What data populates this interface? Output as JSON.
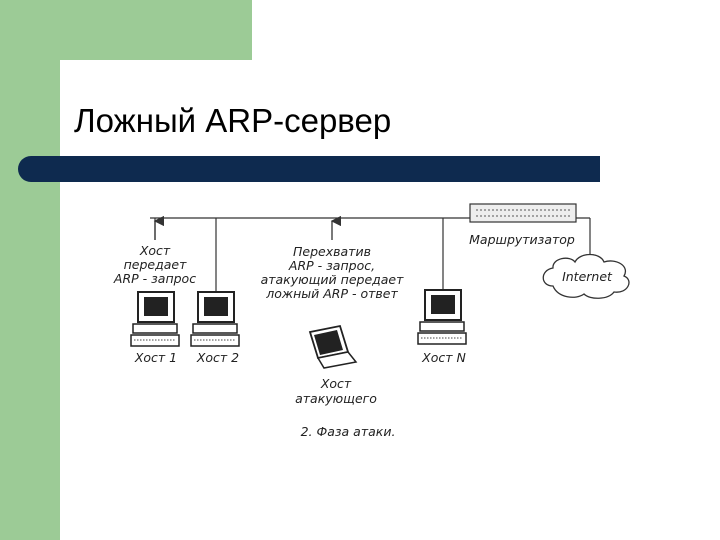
{
  "slide": {
    "title": "Ложный ARP-сервер",
    "accent_color": "#9ccb96",
    "bar_color": "#0e2a4f"
  },
  "diagram": {
    "labels": {
      "host_sends": [
        "Хост",
        "передает",
        "ARP - запрос"
      ],
      "intercept": [
        "Перехватив",
        "ARP - запрос,",
        "атакующий передает",
        "ложный ARP - ответ"
      ],
      "router": "Маршрутизатор",
      "internet": "Internet",
      "host1": "Хост 1",
      "host2": "Хост 2",
      "hostN": "Хост N",
      "attacker": [
        "Хост",
        "атакующего"
      ],
      "caption": "2. Фаза атаки."
    },
    "icons": [
      "router-icon",
      "cloud-icon",
      "desktop-computer-icon",
      "laptop-icon",
      "arrow-up-icon"
    ]
  }
}
